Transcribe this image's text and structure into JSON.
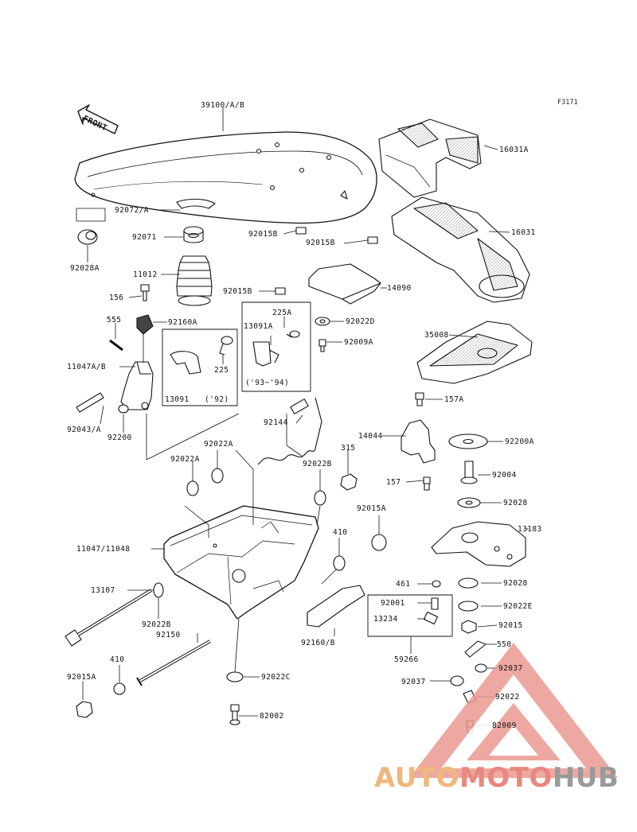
{
  "figure_code": "F3171",
  "front_label": "FRONT",
  "labels": {
    "l39100": "39100/A/B",
    "l16031A": "16031A",
    "l92072A": "92072/A",
    "l16031": "16031",
    "l92071": "92071",
    "l92015B_1": "92015B",
    "l92015B_2": "92015B",
    "l92028A": "92028A",
    "l11012": "11012",
    "l92015B_3": "92015B",
    "l14090": "14090",
    "l156": "156",
    "l225A": "225A",
    "l13091A": "13091A",
    "l92022D": "92022D",
    "l555": "555",
    "l92160A": "92160A",
    "l92009A": "92009A",
    "l35008": "35008",
    "l11047AB": "11047A/B",
    "l225": "225",
    "l93_94": "('93~'94)",
    "l13091": "13091",
    "l92": "('92)",
    "l157A": "157A",
    "l92043A": "92043/A",
    "l92200": "92200",
    "l92144": "92144",
    "l14044": "14044",
    "l92200A": "92200A",
    "l92022A_1": "92022A",
    "l315": "315",
    "l92022A_2": "92022A",
    "l92022B": "92022B",
    "l92004": "92004",
    "l157": "157",
    "l92028": "92028",
    "l92015A_1": "92015A",
    "l13183": "13183",
    "l410_1": "410",
    "l11047_11048": "11047/11048",
    "l92028_2": "92028",
    "l13107": "13107",
    "l461": "461",
    "l92022E": "92022E",
    "l92001": "92001",
    "l92022B_2": "92022B",
    "l13234": "13234",
    "l92015": "92015",
    "l92150": "92150",
    "l550": "550",
    "l92160B": "92160/B",
    "l59266": "59266",
    "l410_2": "410",
    "l92037_1": "92037",
    "l92015A_2": "92015A",
    "l92022C": "92022C",
    "l92037_2": "92037",
    "l92022": "92022",
    "l82002": "82002",
    "l82009": "82009"
  },
  "watermark": {
    "part1": "AUTO",
    "part2": "MOTO",
    "part3": "HUB",
    "color1": "#f0b77e",
    "color2": "#e8887f",
    "color3": "#9a9a9a"
  }
}
